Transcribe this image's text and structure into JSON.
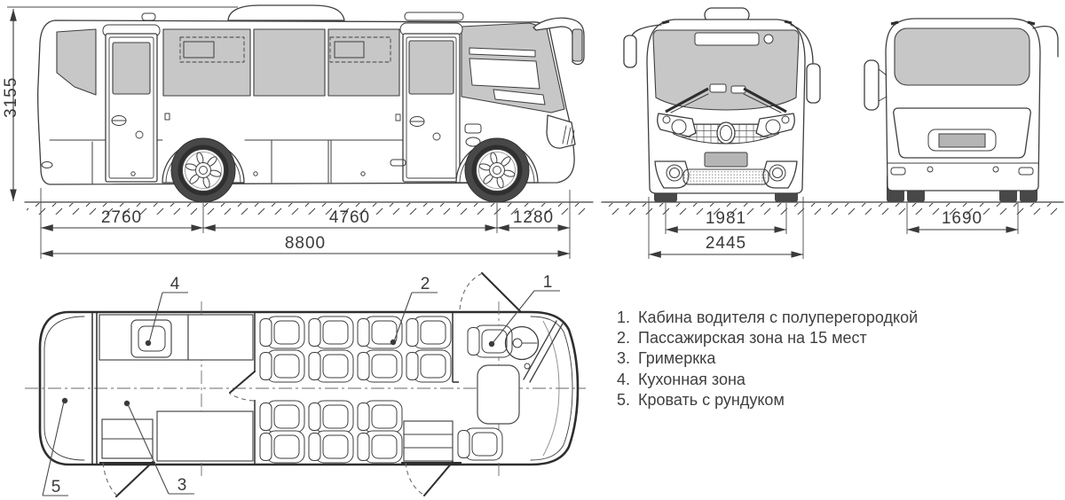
{
  "colors": {
    "background": "#ffffff",
    "line": "#3e3e3e",
    "glass": "#c7c7c7",
    "tire": "#484848",
    "plate": "#b5b5b5"
  },
  "side_view": {
    "height": "3155",
    "rear_overhang": "2760",
    "wheelbase": "4760",
    "front_overhang": "1280",
    "length": "8800"
  },
  "front_view": {
    "track": "1981",
    "width": "2445"
  },
  "rear_view": {
    "track": "1690"
  },
  "plan_view": {
    "callouts": [
      "1",
      "2",
      "3",
      "4",
      "5"
    ]
  },
  "legend": {
    "items": [
      {
        "num": "1.",
        "text": "Кабина водителя с полуперегородкой"
      },
      {
        "num": "2.",
        "text": "Пассажирская зона на 15 мест"
      },
      {
        "num": "3.",
        "text": "Гримеркка"
      },
      {
        "num": "4.",
        "text": "Кухонная зона"
      },
      {
        "num": "5.",
        "text": "Кровать с рундуком"
      }
    ]
  }
}
